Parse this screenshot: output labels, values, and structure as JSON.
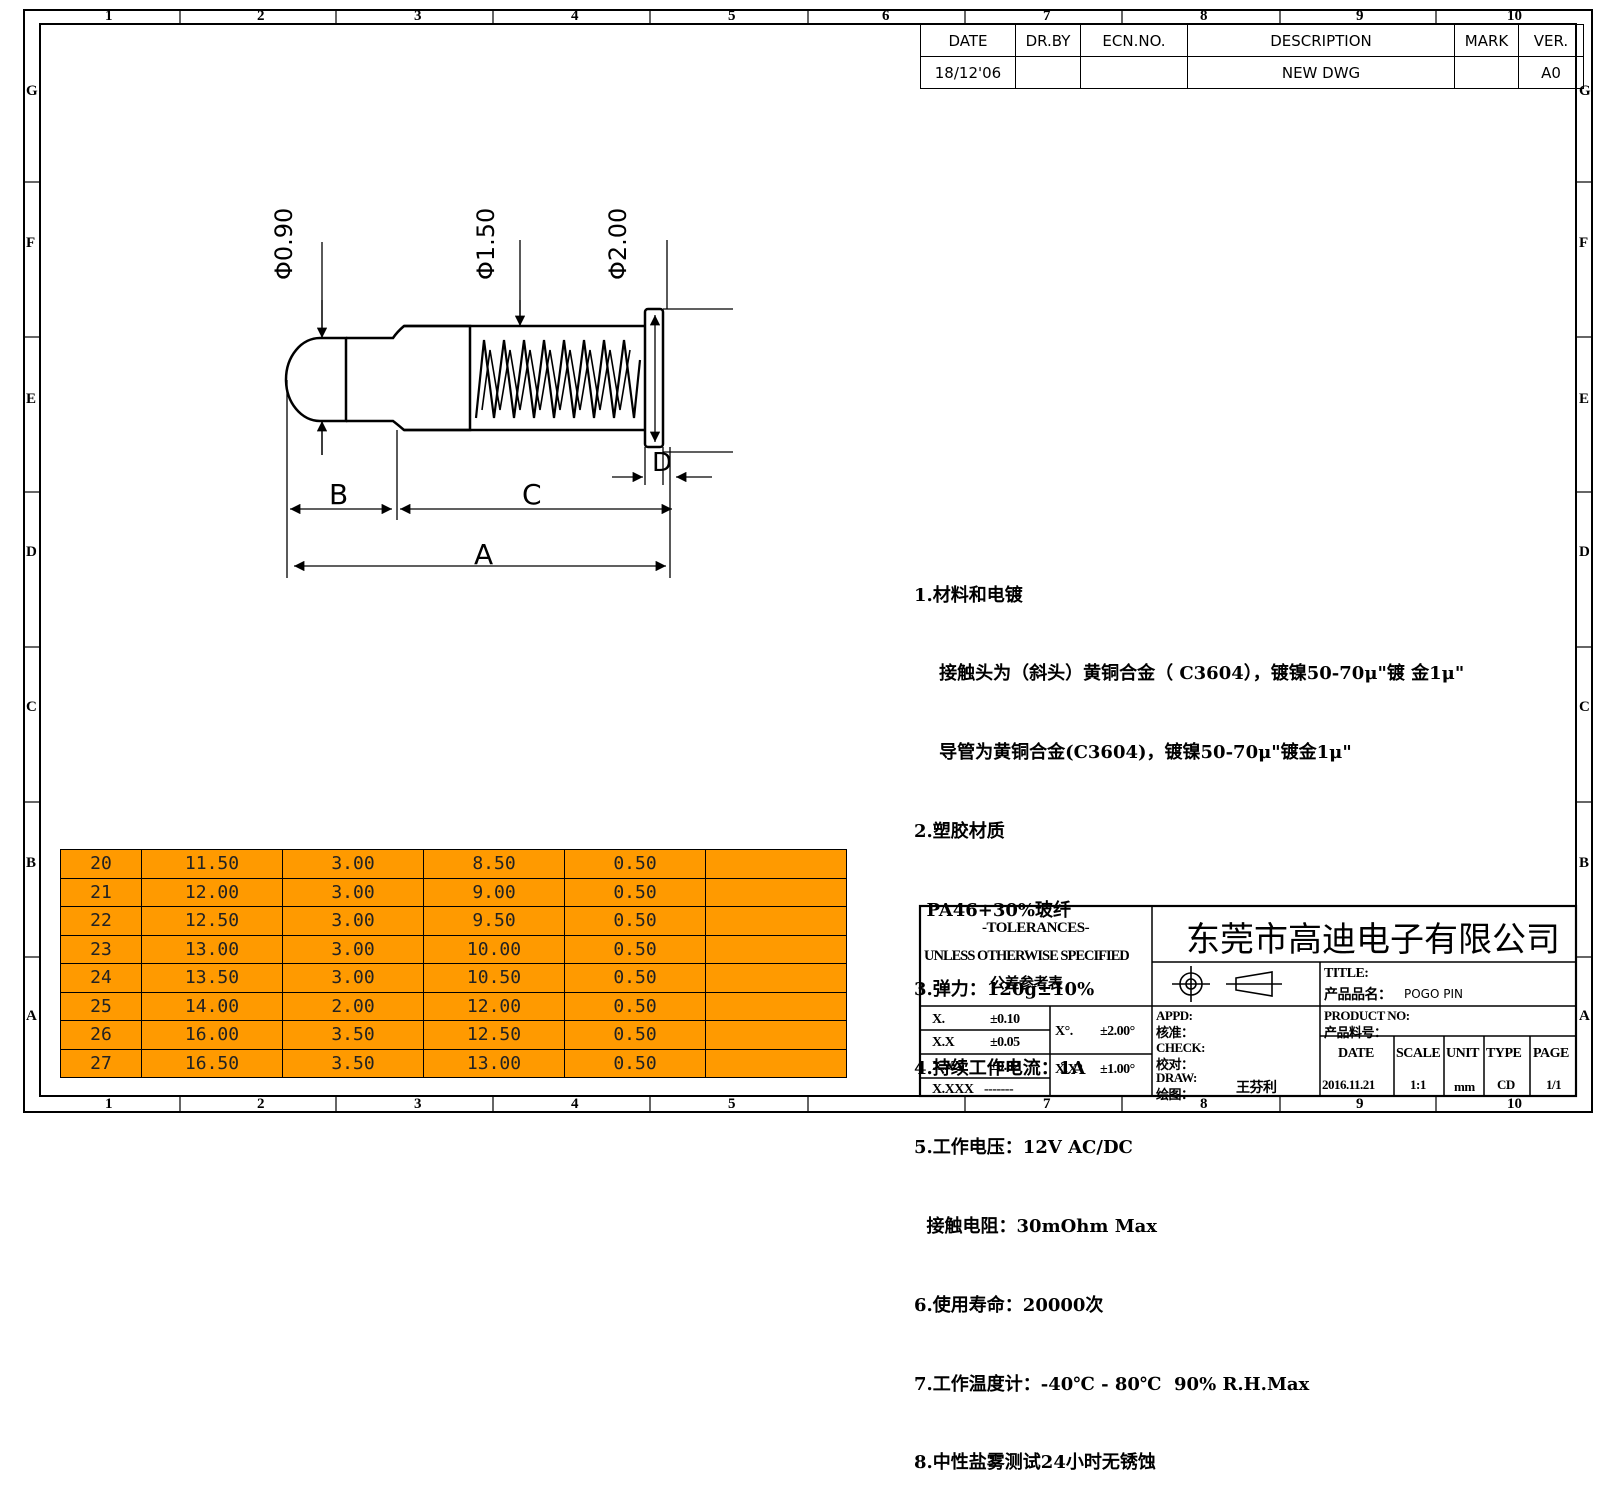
{
  "zones": {
    "columns": [
      "1",
      "2",
      "3",
      "4",
      "5",
      "6",
      "7",
      "8",
      "9",
      "10"
    ],
    "rows": [
      "G",
      "F",
      "E",
      "D",
      "C",
      "B",
      "A"
    ]
  },
  "revision": {
    "headers": [
      "DATE",
      "DR.BY",
      "ECN.NO.",
      "DESCRIPTION",
      "MARK",
      "VER."
    ],
    "row": [
      "18/12'06",
      "",
      "",
      "NEW DWG",
      "",
      "A0"
    ]
  },
  "drawing": {
    "dim_090": "Φ0.90",
    "dim_150": "Φ1.50",
    "dim_200": "Φ2.00",
    "label_A": "A",
    "label_B": "B",
    "label_C": "C",
    "label_D": "D"
  },
  "notes": [
    "1.材料和电镀",
    "    接触头为（斜头）黄铜合金（ C3604），镀镍50-70μ\"镀 金1μ\"",
    "    导管为黄铜合金(C3604)，镀镍50-70μ\"镀金1μ\"",
    "2.塑胶材质",
    "  PA46+30%玻纤",
    "3.弹力：120g±10%",
    "4.持续工作电流：1A",
    "5.工作电压：12V AC/DC",
    "  接触电阻：30mOhm Max",
    "6.使用寿命：20000次",
    "7.工作温度计：-40℃ - 80℃  90% R.H.Max",
    "8.中性盐雾测试24小时无锈蚀"
  ],
  "dimension_table": [
    [
      "20",
      "11.50",
      "3.00",
      "8.50",
      "0.50",
      ""
    ],
    [
      "21",
      "12.00",
      "3.00",
      "9.00",
      "0.50",
      ""
    ],
    [
      "22",
      "12.50",
      "3.00",
      "9.50",
      "0.50",
      ""
    ],
    [
      "23",
      "13.00",
      "3.00",
      "10.00",
      "0.50",
      ""
    ],
    [
      "24",
      "13.50",
      "3.00",
      "10.50",
      "0.50",
      ""
    ],
    [
      "25",
      "14.00",
      "2.00",
      "12.00",
      "0.50",
      ""
    ],
    [
      "26",
      "16.00",
      "3.50",
      "12.50",
      "0.50",
      ""
    ],
    [
      "27",
      "16.50",
      "3.50",
      "13.00",
      "0.50",
      ""
    ]
  ],
  "title_block": {
    "tolerances_title": "-TOLERANCES-",
    "unless": "UNLESS OTHERWISE SPECIFIED",
    "reference": "公差参考表",
    "tol_x_label": "X.",
    "tol_x_val": "±0.10",
    "tol_xx_label": "X.X",
    "tol_xx_val": "±0.05",
    "tol_xxx_label": "X.XX",
    "tol_xxx_val": "±0.02",
    "tol_xxxx_label": "X.XXX",
    "tol_xxxx_val": "-------",
    "ang_x_label": "X°.",
    "ang_x_val": "±2.00°",
    "ang_xx_label": "X.X°",
    "ang_xx_val": "±1.00°",
    "company": "东莞市高迪电子有限公司",
    "title_label": "TITLE:",
    "product_name_label": "产品品名：",
    "product_name": "POGO PIN",
    "appd_label": "APPD:",
    "appd_cn": "核准：",
    "product_no_label": "PRODUCT NO:",
    "product_no_cn": "产品料号：",
    "check_label": "CHECK:",
    "check_cn": "校对：",
    "draw_label": "DRAW:",
    "draw_cn": "绘图：",
    "drawer": "王芬利",
    "col_date": "DATE",
    "col_scale": "SCALE",
    "col_unit": "UNIT",
    "col_type": "TYPE",
    "col_page": "PAGE",
    "val_date": "2016.11.21",
    "val_scale": "1:1",
    "val_unit": "mm",
    "val_type": "CD",
    "val_page": "1/1"
  }
}
